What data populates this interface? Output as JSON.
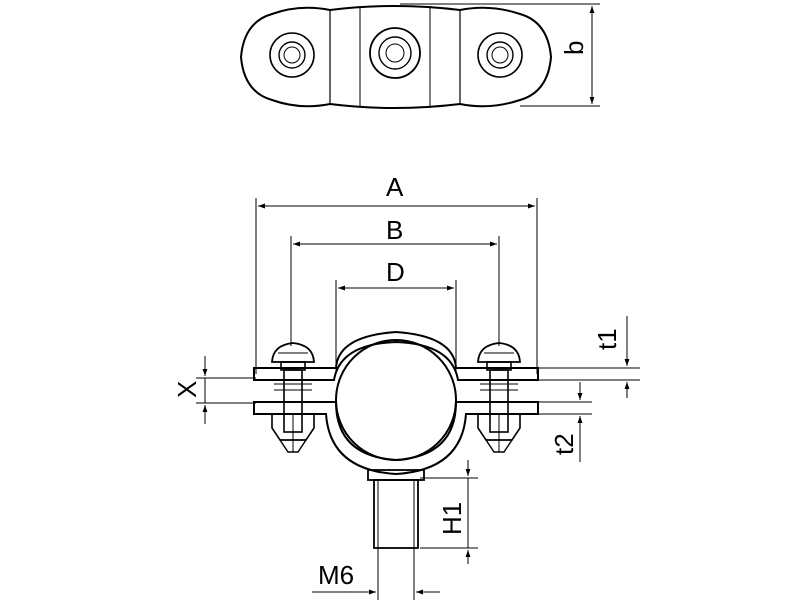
{
  "labels": {
    "A": "A",
    "B": "B",
    "D": "D",
    "b": "b",
    "X": "X",
    "t1": "t1",
    "t2": "t2",
    "H1": "H1",
    "M6": "M6"
  },
  "colors": {
    "line": "#000000",
    "background": "#ffffff"
  }
}
